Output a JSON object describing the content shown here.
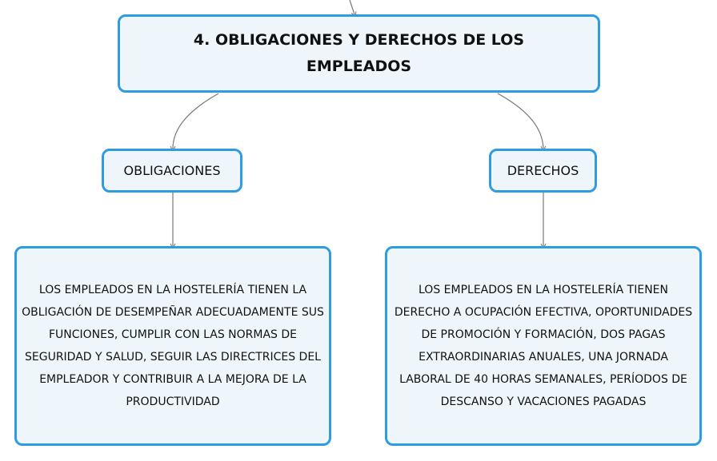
{
  "root": {
    "label": "4. OBLIGACIONES Y DERECHOS DE LOS EMPLEADOS"
  },
  "branches": [
    {
      "label": "OBLIGACIONES",
      "detail": "LOS EMPLEADOS EN LA HOSTELERÍA TIENEN LA OBLIGACIÓN DE DESEMPEÑAR ADECUADAMENTE SUS FUNCIONES, CUMPLIR CON LAS NORMAS DE SEGURIDAD Y SALUD, SEGUIR LAS DIRECTRICES DEL EMPLEADOR Y CONTRIBUIR A LA MEJORA DE LA PRODUCTIVIDAD"
    },
    {
      "label": "DERECHOS",
      "detail": "LOS EMPLEADOS EN LA HOSTELERÍA TIENEN DERECHO A OCUPACIÓN EFECTIVA, OPORTUNIDADES DE PROMOCIÓN Y FORMACIÓN, DOS PAGAS EXTRAORDINARIAS ANUALES, UNA JORNADA LABORAL DE 40 HORAS SEMANALES, PERÍODOS DE DESCANSO Y VACACIONES PAGADAS"
    }
  ],
  "colors": {
    "node_border": "#2f9be0",
    "node_fill": "#eef6fb",
    "connector": "#777777"
  }
}
